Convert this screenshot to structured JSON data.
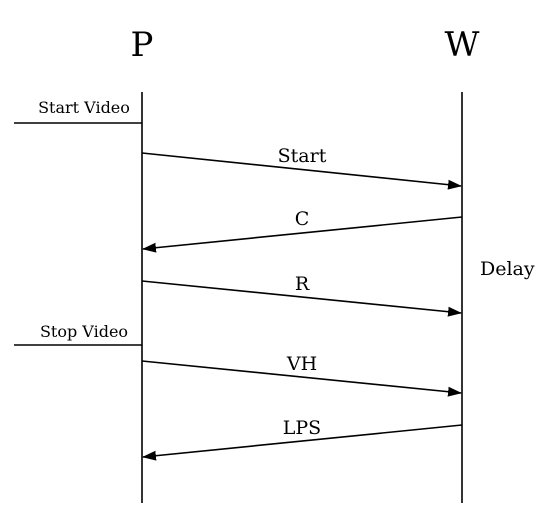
{
  "diagram": {
    "type": "sequence",
    "participants": [
      {
        "id": "P",
        "label": "P"
      },
      {
        "id": "W",
        "label": "W"
      }
    ],
    "events": [
      {
        "id": "start-video",
        "label": "Start Video",
        "participant": "P"
      },
      {
        "id": "stop-video",
        "label": "Stop Video",
        "participant": "P"
      }
    ],
    "messages": [
      {
        "id": "start",
        "label": "Start",
        "from": "P",
        "to": "W"
      },
      {
        "id": "c",
        "label": "C",
        "from": "W",
        "to": "P"
      },
      {
        "id": "r",
        "label": "R",
        "from": "P",
        "to": "W"
      },
      {
        "id": "vh",
        "label": "VH",
        "from": "P",
        "to": "W"
      },
      {
        "id": "lps",
        "label": "LPS",
        "from": "W",
        "to": "P"
      }
    ],
    "notes": [
      {
        "id": "delay",
        "label": "Delay",
        "participant": "W"
      }
    ],
    "colors": {
      "line": "#000000",
      "background": "#ffffff"
    }
  }
}
